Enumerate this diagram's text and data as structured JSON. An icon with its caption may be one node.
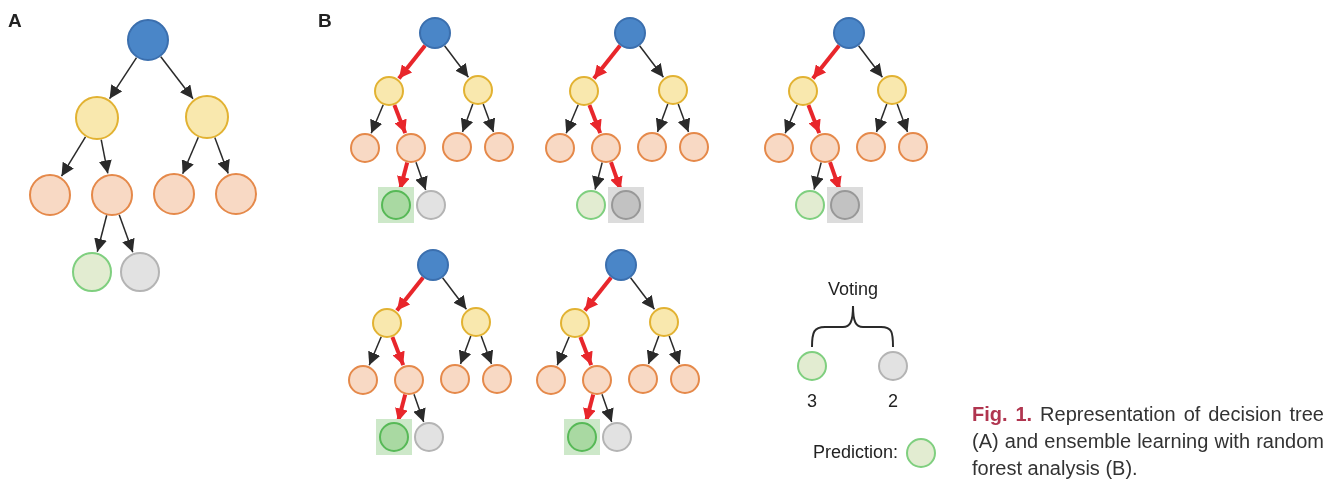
{
  "diagram": {
    "caption": "**Fig. 1.** Representation of decision tree (A) and ensemble learning with random forest analysis (B).",
    "nodes": [
      {
        "text": [],
        "shape": "circle"
      },
      {
        "text": [],
        "shape": "circle"
      },
      {
        "text": [],
        "shape": "circle"
      },
      {
        "text": [],
        "shape": "circle"
      },
      {
        "text": [],
        "shape": "circle"
      },
      {
        "text": [],
        "shape": "circle"
      },
      {
        "text": [],
        "shape": "circle"
      },
      {
        "text": [],
        "shape": "circle"
      },
      {
        "text": [],
        "shape": "circle"
      },
      {
        "text": [],
        "shape": "circle"
      },
      {
        "text": [],
        "shape": "circle"
      },
      {
        "text": [],
        "shape": "circle"
      },
      {
        "text": [],
        "shape": "circle"
      },
      {
        "text": [],
        "shape": "circle"
      },
      {
        "text": [],
        "shape": "circle"
      },
      {
        "text": [],
        "shape": "circle"
      },
      {
        "text": [],
        "shape": "box"
      },
      {
        "text": [],
        "shape": "circle",
        "in": 16
      },
      {
        "text": [],
        "shape": "circle"
      },
      {
        "text": [],
        "shape": "circle"
      },
      {
        "text": [],
        "shape": "circle"
      },
      {
        "text": [],
        "shape": "circle"
      },
      {
        "text": [],
        "shape": "circle"
      },
      {
        "text": [],
        "shape": "circle"
      },
      {
        "text": [],
        "shape": "circle"
      },
      {
        "text": [],
        "shape": "circle"
      },
      {
        "text": [],
        "shape": "circle"
      },
      {
        "text": [],
        "shape": "box"
      },
      {
        "text": [],
        "shape": "circle",
        "in": 27
      },
      {
        "text": [],
        "shape": "circle"
      },
      {
        "text": [],
        "shape": "circle"
      },
      {
        "text": [],
        "shape": "circle"
      },
      {
        "text": [],
        "shape": "circle"
      },
      {
        "text": [],
        "shape": "circle"
      },
      {
        "text": [],
        "shape": "circle"
      },
      {
        "text": [],
        "shape": "circle"
      },
      {
        "text": [],
        "shape": "circle"
      },
      {
        "text": [],
        "shape": "box"
      },
      {
        "text": [],
        "shape": "circle",
        "in": 37
      },
      {
        "text": [],
        "shape": "circle"
      },
      {
        "text": [],
        "shape": "circle"
      },
      {
        "text": [],
        "shape": "circle"
      },
      {
        "text": [],
        "shape": "circle"
      },
      {
        "text": [],
        "shape": "circle"
      },
      {
        "text": [],
        "shape": "circle"
      },
      {
        "text": [],
        "shape": "circle"
      },
      {
        "text": [],
        "shape": "box"
      },
      {
        "text": [],
        "shape": "circle",
        "in": 46
      },
      {
        "text": [],
        "shape": "circle"
      },
      {
        "text": [],
        "shape": "circle"
      },
      {
        "text": [],
        "shape": "circle"
      },
      {
        "text": [],
        "shape": "circle"
      },
      {
        "text": [],
        "shape": "circle"
      },
      {
        "text": [],
        "shape": "circle"
      },
      {
        "text": [],
        "shape": "circle"
      },
      {
        "text": [],
        "shape": "circle"
      },
      {
        "text": [],
        "shape": "box"
      },
      {
        "text": [],
        "shape": "circle",
        "in": 56
      },
      {
        "text": [],
        "shape": "circle"
      },
      {
        "text": [],
        "shape": "circle",
        "beside": [
          "3"
        ]
      },
      {
        "text": [],
        "shape": "circle",
        "beside": [
          "2"
        ]
      },
      {
        "text": [],
        "shape": "circle",
        "beside": [
          "Prediction:"
        ]
      }
    ],
    "edges": [
      {
        "from": 0,
        "to": 1,
        "arrow": "to"
      },
      {
        "from": 0,
        "to": 2,
        "arrow": "to"
      },
      {
        "from": 1,
        "to": 3,
        "arrow": "to"
      },
      {
        "from": 1,
        "to": 4,
        "arrow": "to"
      },
      {
        "from": 2,
        "to": 5,
        "arrow": "to"
      },
      {
        "from": 2,
        "to": 6,
        "arrow": "to"
      },
      {
        "from": 4,
        "to": 7,
        "arrow": "to"
      },
      {
        "from": 4,
        "to": 8,
        "arrow": "to"
      },
      {
        "from": 9,
        "to": 10,
        "arrow": "to",
        "style": "thick",
        "color": "#e8262b"
      },
      {
        "from": 9,
        "to": 11,
        "arrow": "to"
      },
      {
        "from": 10,
        "to": 12,
        "arrow": "to"
      },
      {
        "from": 10,
        "to": 13,
        "arrow": "to",
        "style": "thick",
        "color": "#e8262b"
      },
      {
        "from": 11,
        "to": 14,
        "arrow": "to"
      },
      {
        "from": 11,
        "to": 15,
        "arrow": "to"
      },
      {
        "from": 13,
        "to": 17,
        "arrow": "to",
        "style": "thick",
        "color": "#e8262b"
      },
      {
        "from": 13,
        "to": 18,
        "arrow": "to"
      },
      {
        "from": 19,
        "to": 20,
        "arrow": "to",
        "style": "thick",
        "color": "#e8262b"
      },
      {
        "from": 19,
        "to": 21,
        "arrow": "to"
      },
      {
        "from": 20,
        "to": 22,
        "arrow": "to"
      },
      {
        "from": 20,
        "to": 23,
        "arrow": "to",
        "style": "thick",
        "color": "#e8262b"
      },
      {
        "from": 21,
        "to": 24,
        "arrow": "to"
      },
      {
        "from": 21,
        "to": 25,
        "arrow": "to"
      },
      {
        "from": 23,
        "to": 26,
        "arrow": "to"
      },
      {
        "from": 23,
        "to": 28,
        "arrow": "to",
        "style": "thick",
        "color": "#e8262b"
      },
      {
        "from": 29,
        "to": 30,
        "arrow": "to",
        "style": "thick",
        "color": "#e8262b"
      },
      {
        "from": 29,
        "to": 31,
        "arrow": "to"
      },
      {
        "from": 30,
        "to": 32,
        "arrow": "to"
      },
      {
        "from": 30,
        "to": 33,
        "arrow": "to",
        "style": "thick",
        "color": "#e8262b"
      },
      {
        "from": 31,
        "to": 34,
        "arrow": "to"
      },
      {
        "from": 31,
        "to": 35,
        "arrow": "to"
      },
      {
        "from": 33,
        "to": 36,
        "arrow": "to"
      },
      {
        "from": 33,
        "to": 38,
        "arrow": "to",
        "style": "thick",
        "color": "#e8262b"
      },
      {
        "from": 39,
        "to": 40,
        "arrow": "to",
        "style": "thick",
        "color": "#e8262b"
      },
      {
        "from": 39,
        "to": 41,
        "arrow": "to"
      },
      {
        "from": 40,
        "to": 42,
        "arrow": "to"
      },
      {
        "from": 40,
        "to": 43,
        "arrow": "to",
        "style": "thick",
        "color": "#e8262b"
      },
      {
        "from": 41,
        "to": 44,
        "arrow": "to"
      },
      {
        "from": 41,
        "to": 45,
        "arrow": "to"
      },
      {
        "from": 43,
        "to": 47,
        "arrow": "to",
        "style": "thick",
        "color": "#e8262b"
      },
      {
        "from": 43,
        "to": 48,
        "arrow": "to"
      },
      {
        "from": 49,
        "to": 50,
        "arrow": "to",
        "style": "thick",
        "color": "#e8262b"
      },
      {
        "from": 49,
        "to": 51,
        "arrow": "to"
      },
      {
        "from": 50,
        "to": 52,
        "arrow": "to"
      },
      {
        "from": 50,
        "to": 53,
        "arrow": "to",
        "style": "thick",
        "color": "#e8262b"
      },
      {
        "from": 51,
        "to": 54,
        "arrow": "to"
      },
      {
        "from": 51,
        "to": 55,
        "arrow": "to"
      },
      {
        "from": 53,
        "to": 57,
        "arrow": "to",
        "style": "thick",
        "color": "#e8262b"
      },
      {
        "from": 53,
        "to": 58,
        "arrow": "to"
      }
    ],
    "labels": [
      "A",
      "B",
      "Voting"
    ]
  }
}
